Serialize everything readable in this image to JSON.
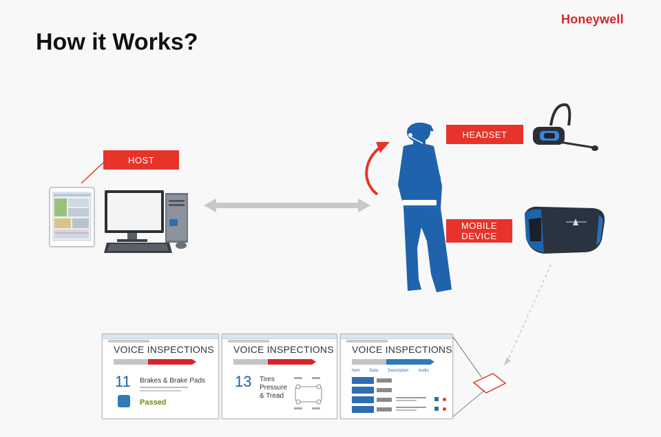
{
  "brand": "Honeywell",
  "title": "How it Works?",
  "tags": {
    "host": "HOST",
    "headset": "HEADSET",
    "mobile_device": [
      "MOBILE",
      "DEVICE"
    ]
  },
  "screens": [
    {
      "title": "VOICE INSPECTIONS",
      "number": "11",
      "label": [
        "Brakes & Brake Pads"
      ],
      "status": "Passed",
      "accent": "#d9232a"
    },
    {
      "title": "VOICE INSPECTIONS",
      "number": "13",
      "label": [
        "Tires",
        "Pressure",
        "& Tread"
      ],
      "accent": "#d9232a"
    },
    {
      "title": "VOICE INSPECTIONS",
      "columns": [
        "Item",
        "Data",
        "Description",
        "Audio"
      ],
      "accent": "#2f7ab8"
    }
  ],
  "colors": {
    "brand_red": "#d9232a",
    "tag_red": "#e8332a",
    "worker_blue": "#1f63ad",
    "device_dark": "#2a3340",
    "device_blue": "#2f6db3",
    "arrow_grey": "#c8c8c8"
  }
}
